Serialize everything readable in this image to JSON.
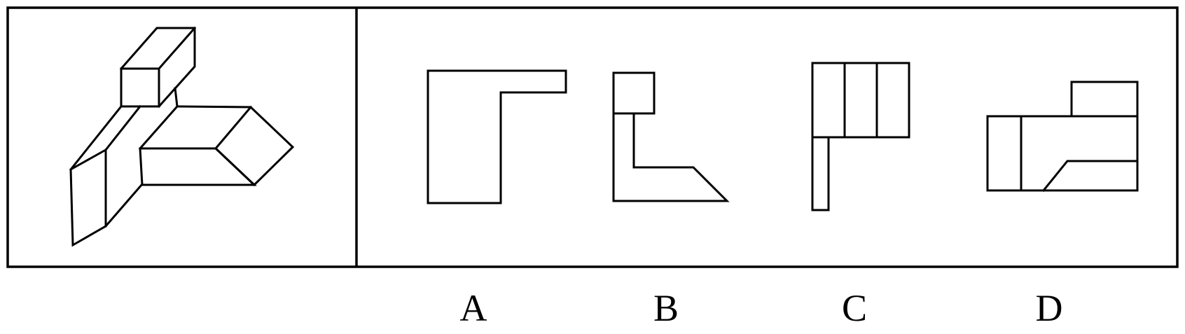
{
  "options": [
    {
      "label": "A"
    },
    {
      "label": "B"
    },
    {
      "label": "C"
    },
    {
      "label": "D"
    }
  ],
  "colors": {
    "line": "#000000",
    "background": "#ffffff"
  }
}
